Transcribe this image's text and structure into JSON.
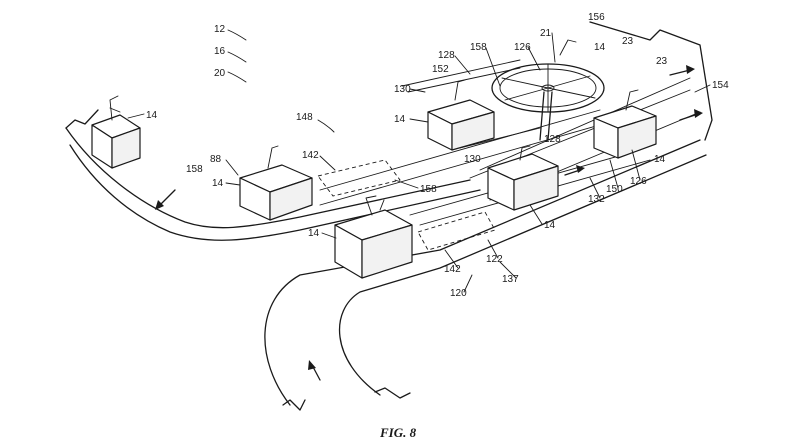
{
  "figure": {
    "caption": "FIG. 8"
  },
  "reference_numerals": {
    "r12": "12",
    "r16": "16",
    "r20": "20",
    "r14_far_left": "14",
    "r158_left": "158",
    "r88": "88",
    "r14_mid_left": "14",
    "r142_upper": "142",
    "r158_mid": "158",
    "r148": "148",
    "r130_upper": "130",
    "r14_center_top": "14",
    "r128_upper": "128",
    "r152": "152",
    "r158_top": "158",
    "r126_top": "126",
    "r21": "21",
    "r156": "156",
    "r14_top_right": "14",
    "r23_upper": "23",
    "r23_lower": "23",
    "r154": "154",
    "r128_lower": "128",
    "r130_lower": "130",
    "r14_right": "14",
    "r126_right": "126",
    "r150": "150",
    "r132": "132",
    "r14_center_lower": "14",
    "r14_lower_left": "14",
    "r122": "122",
    "r142_lower": "142",
    "r137": "137",
    "r120": "120"
  }
}
